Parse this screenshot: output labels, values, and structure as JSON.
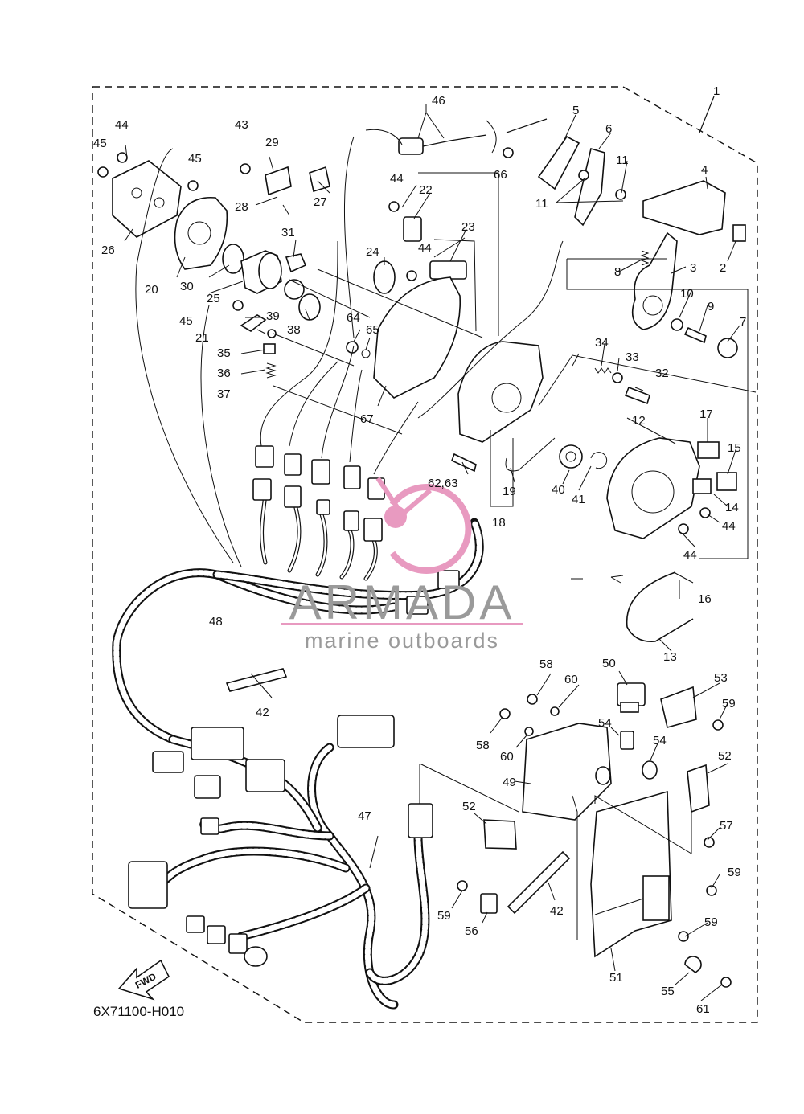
{
  "diagram": {
    "code": "6X71100-H010",
    "fwd_label": "FWD",
    "watermark": {
      "brand": "ARMADA",
      "tagline": "marine outboards",
      "brand_color": "#9a9a9a",
      "logo_color": "#e89ac0"
    },
    "colors": {
      "ink": "#111111",
      "background": "#ffffff"
    },
    "callouts": {
      "c1": "1",
      "c2": "2",
      "c3": "3",
      "c4": "4",
      "c5": "5",
      "c6": "6",
      "c7": "7",
      "c8": "8",
      "c9": "9",
      "c10": "10",
      "c11a": "11",
      "c11b": "11",
      "c12": "12",
      "c13": "13",
      "c14": "14",
      "c15": "15",
      "c16": "16",
      "c17": "17",
      "c18": "18",
      "c19": "19",
      "c20": "20",
      "c21": "21",
      "c22": "22",
      "c23": "23",
      "c24": "24",
      "c25": "25",
      "c26": "26",
      "c27": "27",
      "c28": "28",
      "c29": "29",
      "c30": "30",
      "c31": "31",
      "c32": "32",
      "c33": "33",
      "c34": "34",
      "c35": "35",
      "c36": "36",
      "c37": "37",
      "c38": "38",
      "c39": "39",
      "c40": "40",
      "c41": "41",
      "c42a": "42",
      "c42b": "42",
      "c43": "43",
      "c44a": "44",
      "c44b": "44",
      "c44c": "44",
      "c44d": "44",
      "c44e": "44",
      "c45a": "45",
      "c45b": "45",
      "c45c": "45",
      "c46": "46",
      "c47": "47",
      "c48": "48",
      "c49": "49",
      "c50": "50",
      "c51": "51",
      "c52a": "52",
      "c52b": "52",
      "c53": "53",
      "c54a": "54",
      "c54b": "54",
      "c55": "55",
      "c56": "56",
      "c57": "57",
      "c58a": "58",
      "c58b": "58",
      "c59a": "59",
      "c59b": "59",
      "c59c": "59",
      "c59d": "59",
      "c60a": "60",
      "c60b": "60",
      "c61": "61",
      "c6263": "62,63",
      "c64": "64",
      "c65": "65",
      "c66": "66",
      "c67": "67"
    }
  }
}
